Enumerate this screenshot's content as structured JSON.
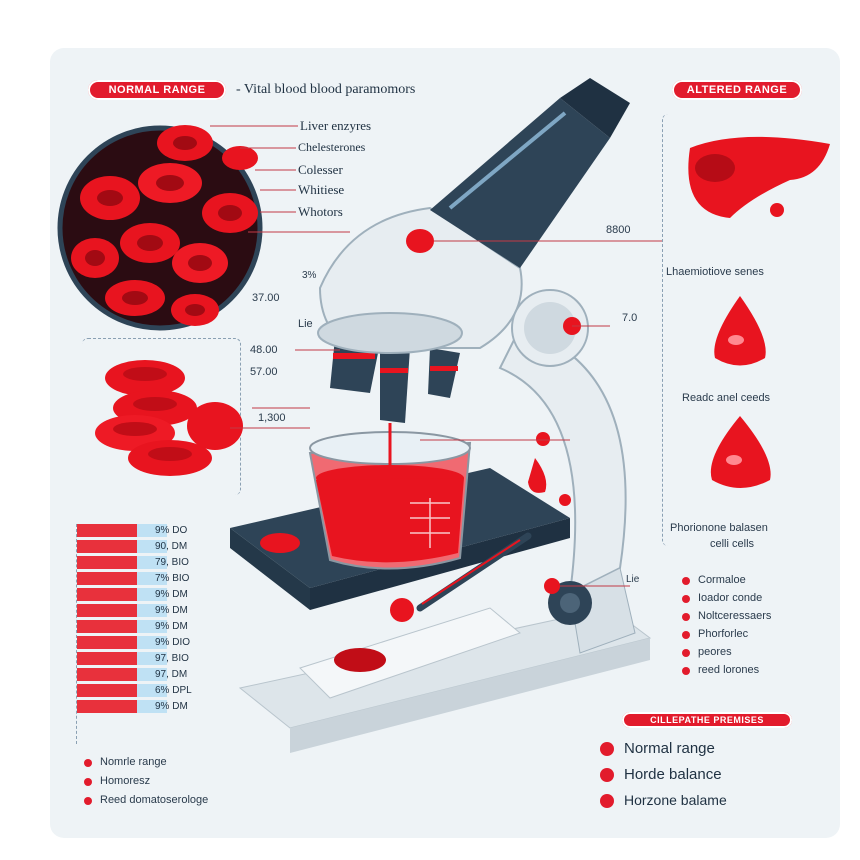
{
  "header": {
    "left_badge": "NORMAL RANGE",
    "title": "- Vital blood blood paramomors",
    "right_badge": "ALTERED RANGE"
  },
  "circle_labels": [
    "Liver enzyres",
    "Chelesterones",
    "Colesser",
    "Whitiese",
    "Whotors"
  ],
  "left_values": [
    "3%",
    "37.00",
    "Lie",
    "48.00",
    "57.00",
    "1,300"
  ],
  "center_values": [
    "8800",
    "7.0",
    "Lie"
  ],
  "right_labels": {
    "lhaemo": "Lhaemiotiove senes",
    "rcells": "Readc anel ceeds",
    "phorm": "Phorionone balasen",
    "cell": "celli cells"
  },
  "mid_list": [
    "Cormaloe",
    "Ioador conde",
    "Noltceressaers",
    "Phorforlec",
    "peores",
    "reed lorones"
  ],
  "bars": [
    "9% DO",
    "90, DM",
    "79, BIO",
    "7% BIO",
    "9% DM",
    "9% DM",
    "9% DM",
    "9% DIO",
    "97, BIO",
    "97, DM",
    "6% DPL",
    "9% DM"
  ],
  "legend_left": [
    "Nomrle range",
    "Homoresz",
    "Reed domatoserologe"
  ],
  "right_badge2": "CILLEPATHE PREMISES",
  "legend_right": [
    "Normal range",
    "Horde balance",
    "Horzone balame"
  ],
  "colors": {
    "accent": "#e21b2c",
    "bar_red": "#e8313c",
    "bar_blue": "#bfe1f4",
    "bg": "#eef3f6",
    "metal": "#2e4457"
  }
}
